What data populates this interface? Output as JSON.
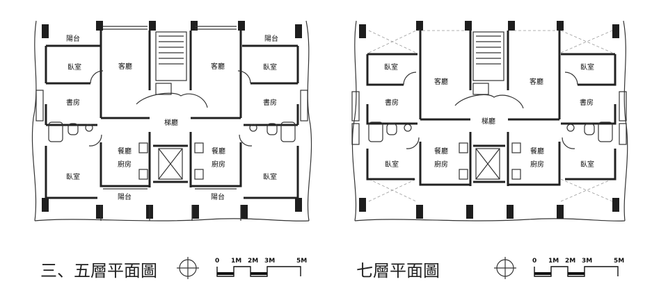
{
  "left_plan": {
    "rooms": {
      "balcony_tl": "陽台",
      "balcony_tr": "陽台",
      "bed_tl": "臥室",
      "bed_tr": "臥室",
      "living_l": "客廳",
      "living_r": "客廳",
      "study_l": "書房",
      "study_r": "書房",
      "stair": "梯廳",
      "dining_l": "餐廳",
      "dining_r": "餐廳",
      "kitchen_l": "廚房",
      "kitchen_r": "廚房",
      "bed_bl": "臥室",
      "bed_br": "臥室",
      "balcony_bl": "陽台",
      "balcony_br": "陽台"
    },
    "title": "三、五層平面圖"
  },
  "right_plan": {
    "rooms": {
      "bed_tl": "臥室",
      "bed_tr": "臥室",
      "living_l": "客廳",
      "living_r": "客廳",
      "study_l": "書房",
      "study_r": "書房",
      "stair": "梯廳",
      "dining_l": "餐廳",
      "dining_r": "餐廳",
      "kitchen_l": "廚房",
      "kitchen_r": "廚房",
      "bed_bl": "臥室",
      "bed_br": "臥室"
    },
    "title": "七層平面圖"
  },
  "scale": {
    "labels": [
      "0",
      "1M",
      "2M",
      "3M",
      "5M"
    ]
  }
}
